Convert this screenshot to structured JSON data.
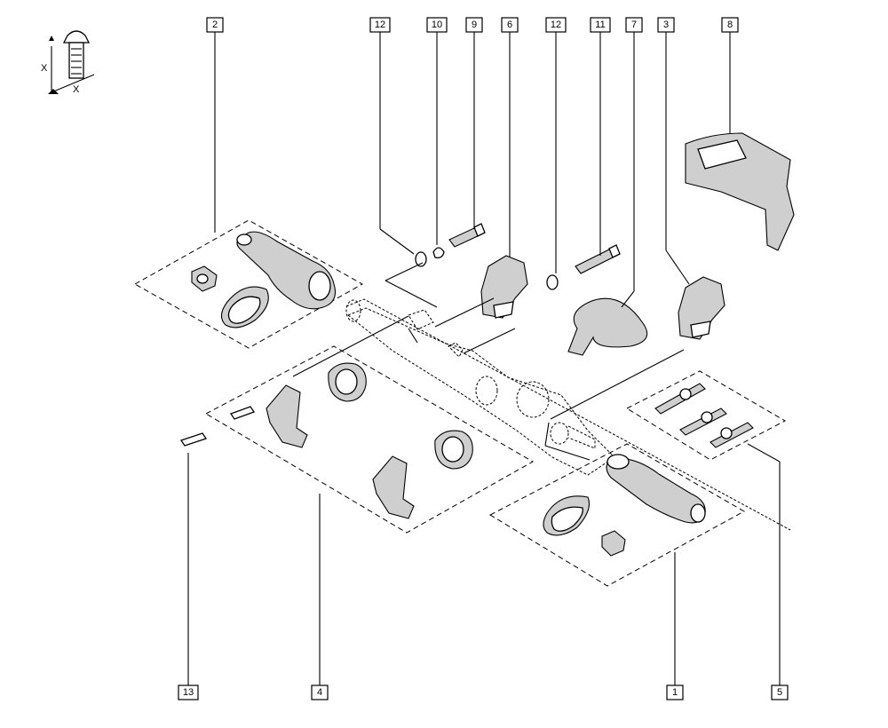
{
  "callouts": [
    {
      "id": "c2",
      "label": "2"
    },
    {
      "id": "c12a",
      "label": "12"
    },
    {
      "id": "c10",
      "label": "10"
    },
    {
      "id": "c9",
      "label": "9"
    },
    {
      "id": "c6",
      "label": "6"
    },
    {
      "id": "c12b",
      "label": "12"
    },
    {
      "id": "c11",
      "label": "11"
    },
    {
      "id": "c7",
      "label": "7"
    },
    {
      "id": "c3",
      "label": "3"
    },
    {
      "id": "c8",
      "label": "8"
    },
    {
      "id": "c13",
      "label": "13"
    },
    {
      "id": "c4",
      "label": "4"
    },
    {
      "id": "c1",
      "label": "1"
    },
    {
      "id": "c5",
      "label": "5"
    }
  ],
  "legend": {
    "x_label_1": "X",
    "x_label_2": "X"
  },
  "colors": {
    "line": "#000000",
    "shade": "#cfcfcf",
    "background": "#ffffff"
  }
}
